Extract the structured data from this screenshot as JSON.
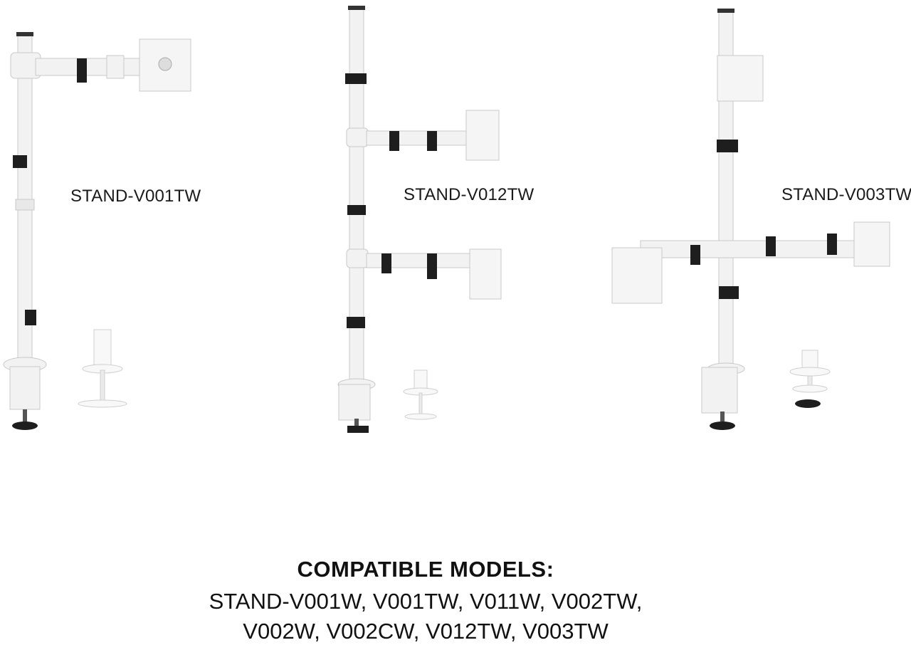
{
  "products": [
    {
      "label": "STAND-V001TW"
    },
    {
      "label": "STAND-V012TW"
    },
    {
      "label": "STAND-V003TW"
    }
  ],
  "compatible": {
    "heading": "COMPATIBLE MODELS:",
    "line1": "STAND-V001W, V001TW, V011W, V002TW,",
    "line2": "V002W, V002CW, V012TW, V003TW"
  },
  "colors": {
    "metal": "#f2f2f2",
    "outline": "#c9c9c9",
    "accent": "#1e1e1e"
  }
}
